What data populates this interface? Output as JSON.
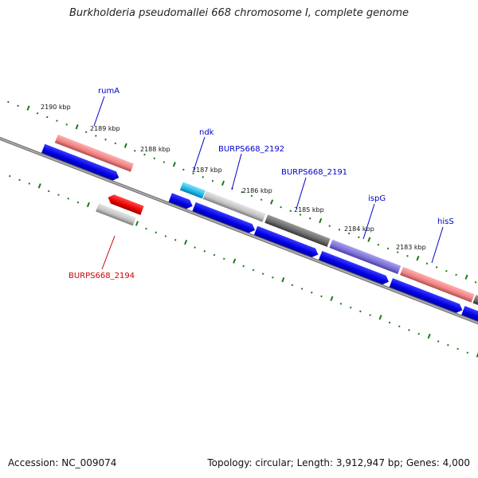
{
  "title": "Burkholderia pseudomallei 668 chromosome I, complete genome",
  "footer": {
    "accession": "Accession: NC_009074",
    "summary": "Topology: circular; Length: 3,912,947 bp; Genes: 4,000"
  },
  "scale": {
    "major_ticks": [
      {
        "label": "2190 kbp"
      },
      {
        "label": "2189 kbp"
      },
      {
        "label": "2188 kbp"
      },
      {
        "label": "2187 kbp"
      },
      {
        "label": "2186 kbp"
      },
      {
        "label": "2185 kbp"
      },
      {
        "label": "2184 kbp"
      },
      {
        "label": "2183 kbp"
      }
    ]
  },
  "gene_labels": [
    {
      "name": "rumA",
      "strand": "forward"
    },
    {
      "name": "ndk",
      "strand": "forward"
    },
    {
      "name": "BURPS668_2192",
      "strand": "forward"
    },
    {
      "name": "BURPS668_2191",
      "strand": "forward"
    },
    {
      "name": "ispG",
      "strand": "forward"
    },
    {
      "name": "hisS",
      "strand": "forward"
    },
    {
      "name": "BURPS668_2194",
      "strand": "reverse"
    }
  ],
  "colors": {
    "forward_label": "#0000cc",
    "reverse_label": "#cc0000",
    "cds_blue": "#0000ee",
    "cds_red": "#ee0000",
    "feature_pink": "#f08080",
    "feature_gray": "#c0c0c0",
    "feature_dark_gray": "#707070",
    "feature_purple": "#7b6fd6",
    "feature_cyan": "#1bb6e6",
    "backbone": "#808080",
    "tick_green": "#1a7a1a"
  }
}
